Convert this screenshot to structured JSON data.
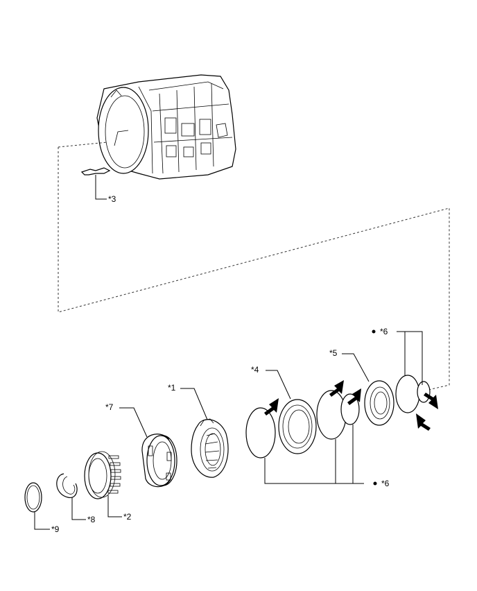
{
  "callouts": {
    "c1": "*1",
    "c2": "*2",
    "c3": "*3",
    "c4": "*4",
    "c5": "*5",
    "c6_top": "*6",
    "c6_bottom": "*6",
    "c7": "*7",
    "c8": "*8",
    "c9": "*9"
  },
  "icons": {
    "apply_arrow": "arrow-icon",
    "bullet": "bullet-icon"
  },
  "colors": {
    "line": "#000000",
    "background": "#ffffff"
  }
}
